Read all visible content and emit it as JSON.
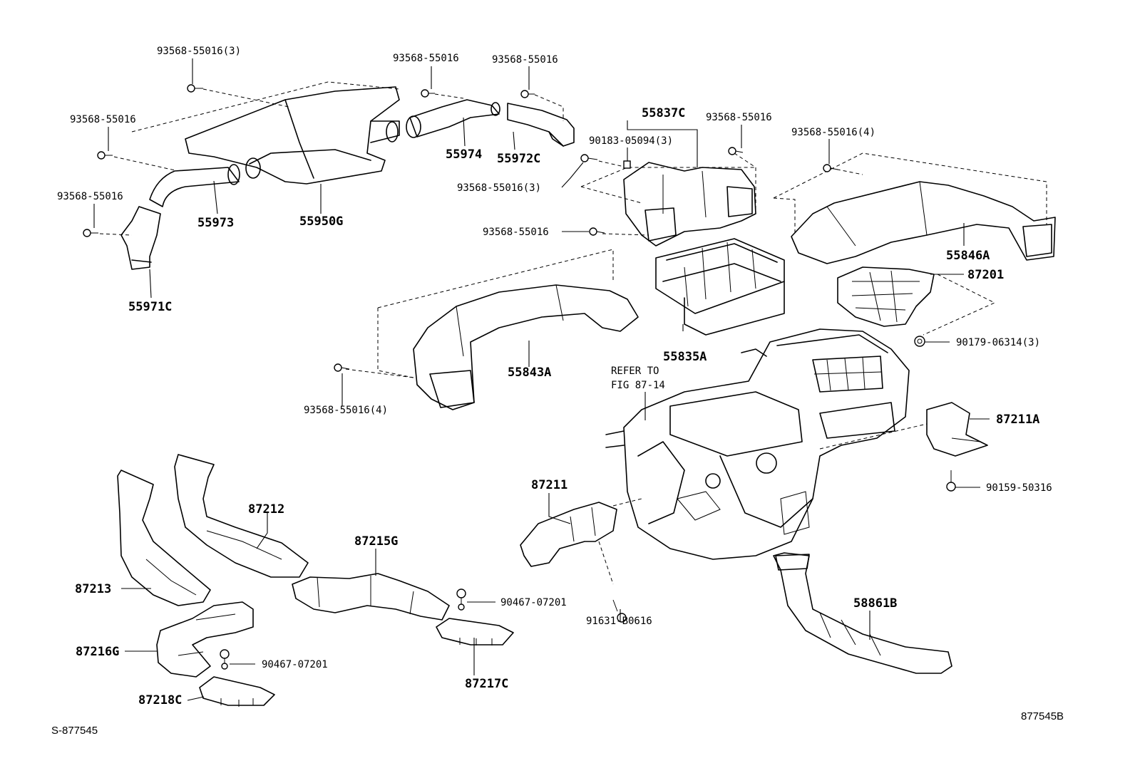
{
  "labels": {
    "b_93568_55016_3_top": "93568-55016(3)",
    "b_93568_55016_a": "93568-55016",
    "b_93568_55016_b": "93568-55016",
    "b_93568_55016_c": "93568-55016",
    "b_93568_55016_d": "93568-55016",
    "b_93568_55016_e": "93568-55016",
    "b_93568_55016_f": "93568-55016",
    "b_93568_55016_4_right": "93568-55016(4)",
    "b_90183_05094_3": "90183-05094(3)",
    "b_93568_55016_3_mid": "93568-55016(3)",
    "b_93568_55016_4_bottom": "93568-55016(4)",
    "b_90179_06314_3": "90179-06314(3)",
    "b_90159_50316": "90159-50316",
    "b_90467_07201_a": "90467-07201",
    "b_90467_07201_b": "90467-07201",
    "b_91631_b0616": "91631-B0616",
    "p_55837c": "55837C",
    "p_55974": "55974",
    "p_55972c": "55972C",
    "p_55973": "55973",
    "p_55950g": "55950G",
    "p_55971c": "55971C",
    "p_55846a": "55846A",
    "p_87201": "87201",
    "p_55835a": "55835A",
    "p_55843a": "55843A",
    "p_87211a": "87211A",
    "p_87211": "87211",
    "p_87212": "87212",
    "p_87215g": "87215G",
    "p_87213": "87213",
    "p_87216g": "87216G",
    "p_87218c": "87218C",
    "p_87217c": "87217C",
    "p_58861b": "58861B",
    "refer_line1": "REFER TO",
    "refer_line2": "FIG 87-14"
  },
  "footer": {
    "left_code": "S-877545",
    "right_code": "877545B"
  }
}
